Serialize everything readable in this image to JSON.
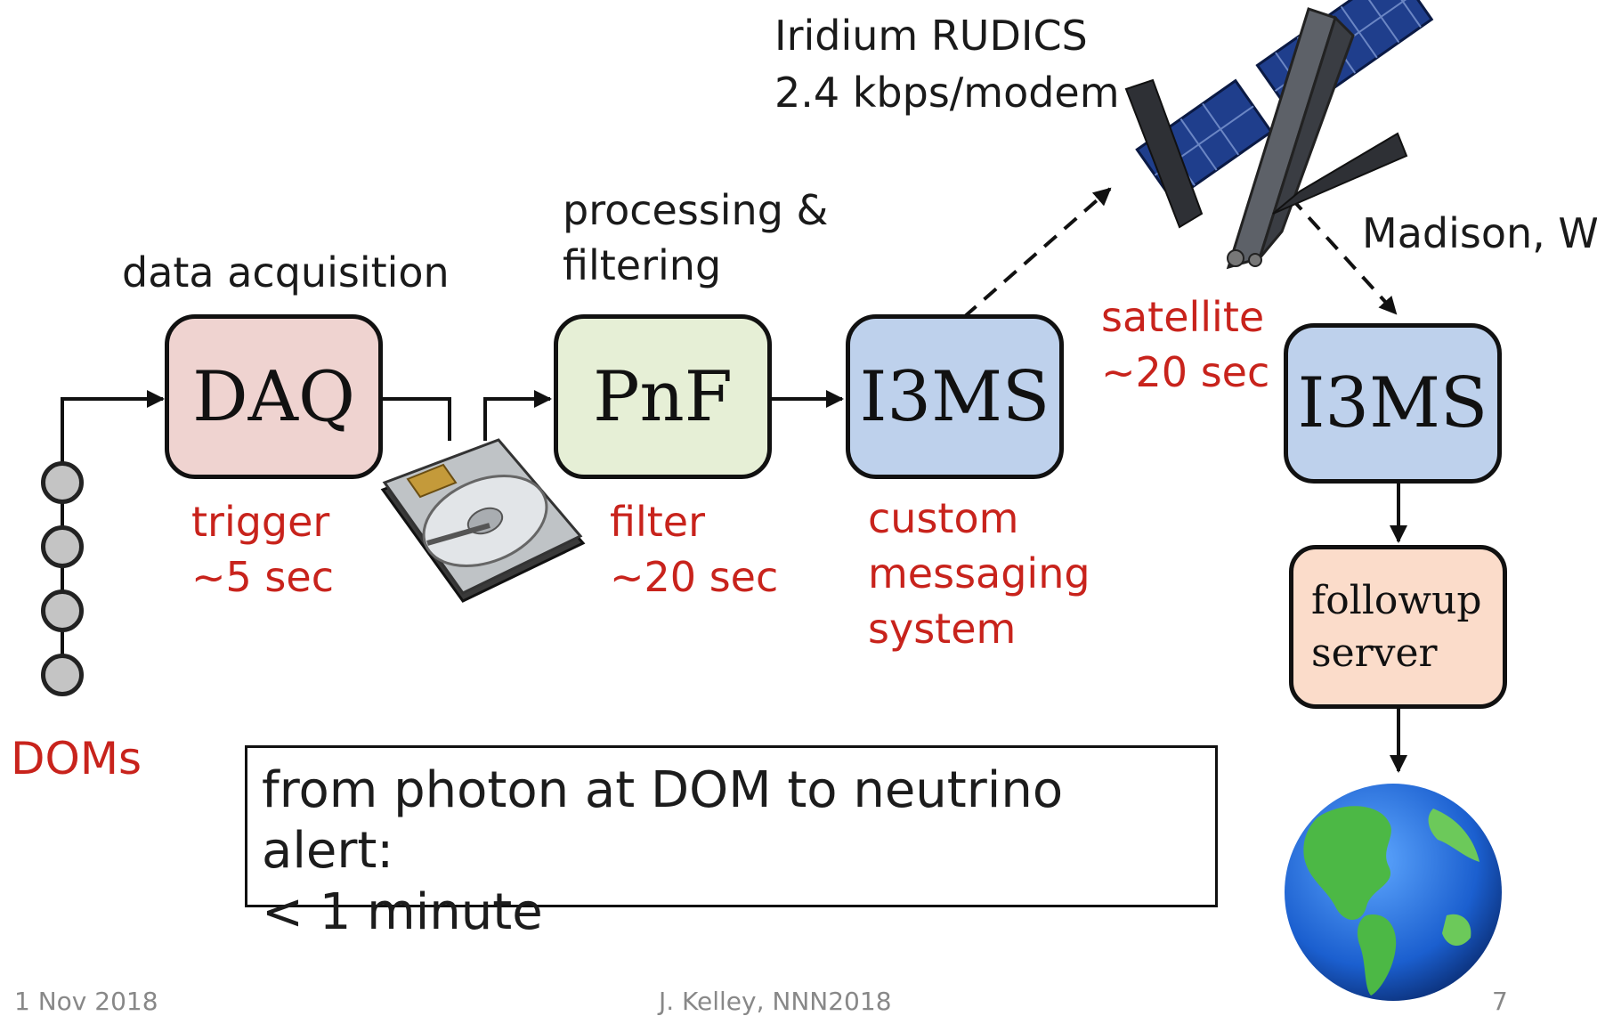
{
  "satellite_link": {
    "line1": "Iridium RUDICS",
    "line2": "2.4 kbps/modem"
  },
  "destination_label": "Madison, WI",
  "stages": {
    "daq": {
      "caption": "data acquisition",
      "name": "DAQ",
      "latency_line1": "trigger",
      "latency_line2": "~5 sec"
    },
    "pnf": {
      "caption_line1": "processing &",
      "caption_line2": "filtering",
      "name": "PnF",
      "latency_line1": "filter",
      "latency_line2": "~20 sec"
    },
    "i3ms_pole": {
      "name": "I3MS",
      "desc_line1": "custom",
      "desc_line2": "messaging",
      "desc_line3": "system"
    },
    "satellite": {
      "label": "satellite",
      "latency": "~20 sec"
    },
    "i3ms_north": {
      "name": "I3MS"
    },
    "followup": {
      "line1": "followup",
      "line2": "server"
    }
  },
  "doms_label": "DOMs",
  "summary": {
    "line1": "from photon at DOM to neutrino alert:",
    "line2": "< 1 minute"
  },
  "footer": {
    "date": "1 Nov 2018",
    "author": "J. Kelley, NNN2018",
    "page": "7"
  },
  "colors": {
    "latency_text": "#c8231c",
    "daq_fill": "#efd3d0",
    "pnf_fill": "#e6efd6",
    "i3ms_fill": "#bed1ec",
    "followup_fill": "#fbdcca"
  },
  "icons": [
    "satellite-icon",
    "hard-drive-icon",
    "earth-globe-icon"
  ]
}
